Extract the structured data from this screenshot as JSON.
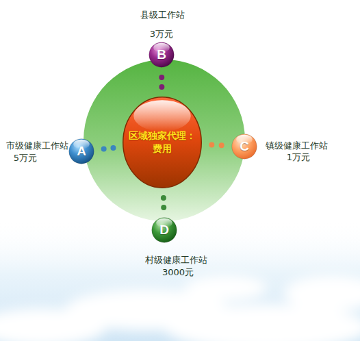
{
  "diagram": {
    "nodes": [
      {
        "text": [
          "B",
          "县级工作站",
          "3万元"
        ]
      },
      {
        "text": [
          "A",
          "市级健康工作站",
          "5万元"
        ]
      },
      {
        "text": [
          "区域独家代理： 费用"
        ]
      },
      {
        "text": [
          "C",
          "镇级健康工作站",
          "1万元"
        ]
      },
      {
        "text": [
          "D",
          "村级健康工作站",
          "3000元"
        ]
      }
    ],
    "edges": [
      {
        "from": 2,
        "to": 0,
        "arrow": "none"
      },
      {
        "from": 2,
        "to": 1,
        "arrow": "none"
      },
      {
        "from": 2,
        "to": 3,
        "arrow": "none"
      },
      {
        "from": 2,
        "to": 4,
        "arrow": "none"
      }
    ]
  }
}
